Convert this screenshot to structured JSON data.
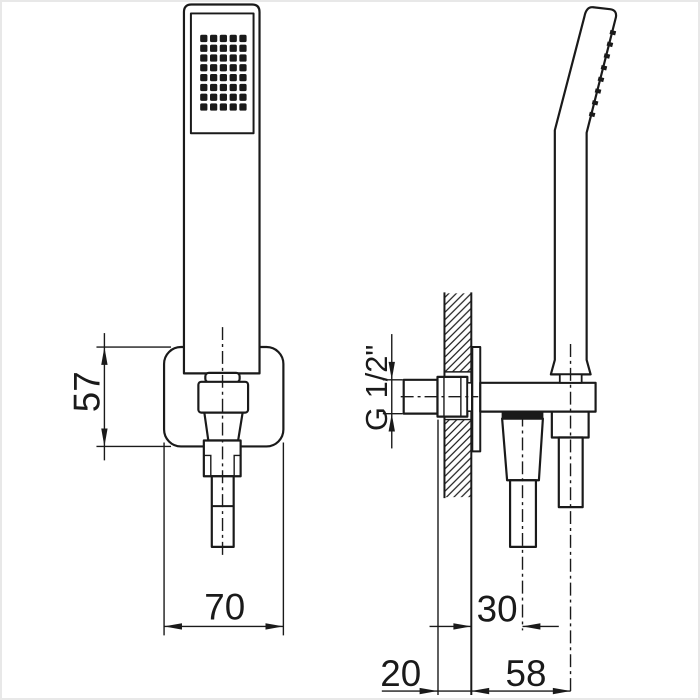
{
  "document": {
    "background": "#ffffff",
    "line_color": "#1a1a1a"
  },
  "dimensions": {
    "bracket_height": "57",
    "bracket_width": "70",
    "thread_size": "G 1/2\"",
    "wall_to_inlet_offset": "30",
    "fitting_projection": "20",
    "wall_to_hose_offset": "58"
  },
  "spray_face": {
    "rows": 8,
    "cols": 5
  },
  "side_nozzle_ticks": 8
}
